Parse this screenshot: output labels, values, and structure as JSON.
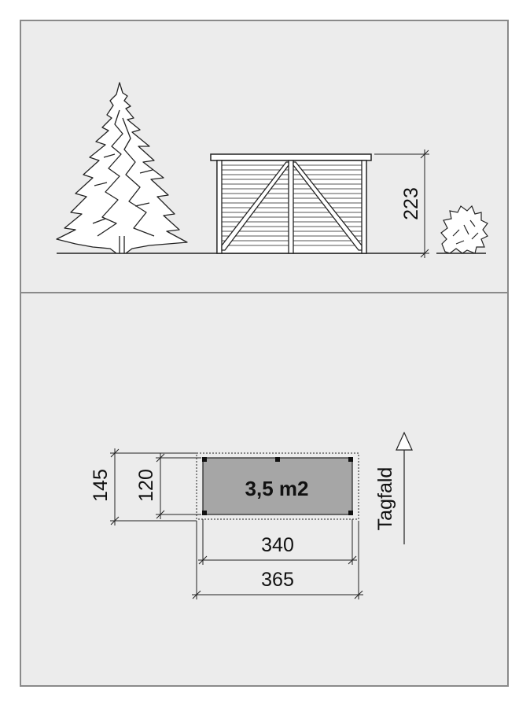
{
  "elevation": {
    "height_label": "223"
  },
  "plan": {
    "area_label": "3,5 m2",
    "depth_outer_label": "145",
    "depth_inner_label": "120",
    "width_inner_label": "340",
    "width_outer_label": "365",
    "roof_slope_label": "Tagfald"
  },
  "colors": {
    "frame_border": "#8a8a8a",
    "background": "#ececec",
    "floor_fill": "#a6a6a6",
    "line": "#222222"
  }
}
